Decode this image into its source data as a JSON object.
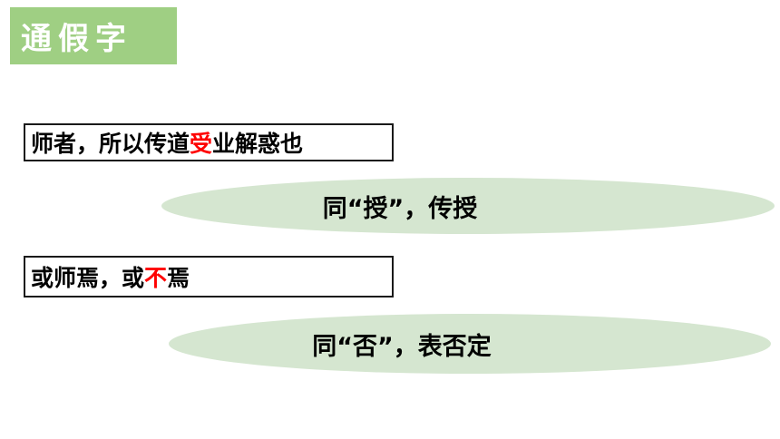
{
  "title": "通假字",
  "items": [
    {
      "sentence_before": "师者，所以传道",
      "sentence_highlight": "受",
      "sentence_after": "业解惑也",
      "explanation": "同“授”，传授"
    },
    {
      "sentence_before": "或师焉，或",
      "sentence_highlight": "不",
      "sentence_after": "焉",
      "explanation": "同“否”，表否定"
    }
  ],
  "colors": {
    "title_bg": "#9fcf83",
    "highlight": "#ff0000",
    "ellipse_bg": "#d5e6d0"
  }
}
